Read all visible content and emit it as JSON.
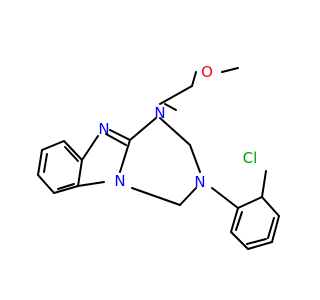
{
  "structure": {
    "atoms": {
      "N_benzimidazole": {
        "label": "N",
        "color": "#0000ff"
      },
      "N_methoxyethyl": {
        "label": "N",
        "color": "#0000ff"
      },
      "N_ring_junction": {
        "label": "N",
        "color": "#0000ff"
      },
      "N_benzyl": {
        "label": "N",
        "color": "#0000ff"
      },
      "O_methoxy": {
        "label": "O",
        "color": "#ff0000"
      },
      "Cl": {
        "label": "Cl",
        "color": "#00a000"
      }
    },
    "bond_color": "#000000",
    "background": "#ffffff"
  }
}
